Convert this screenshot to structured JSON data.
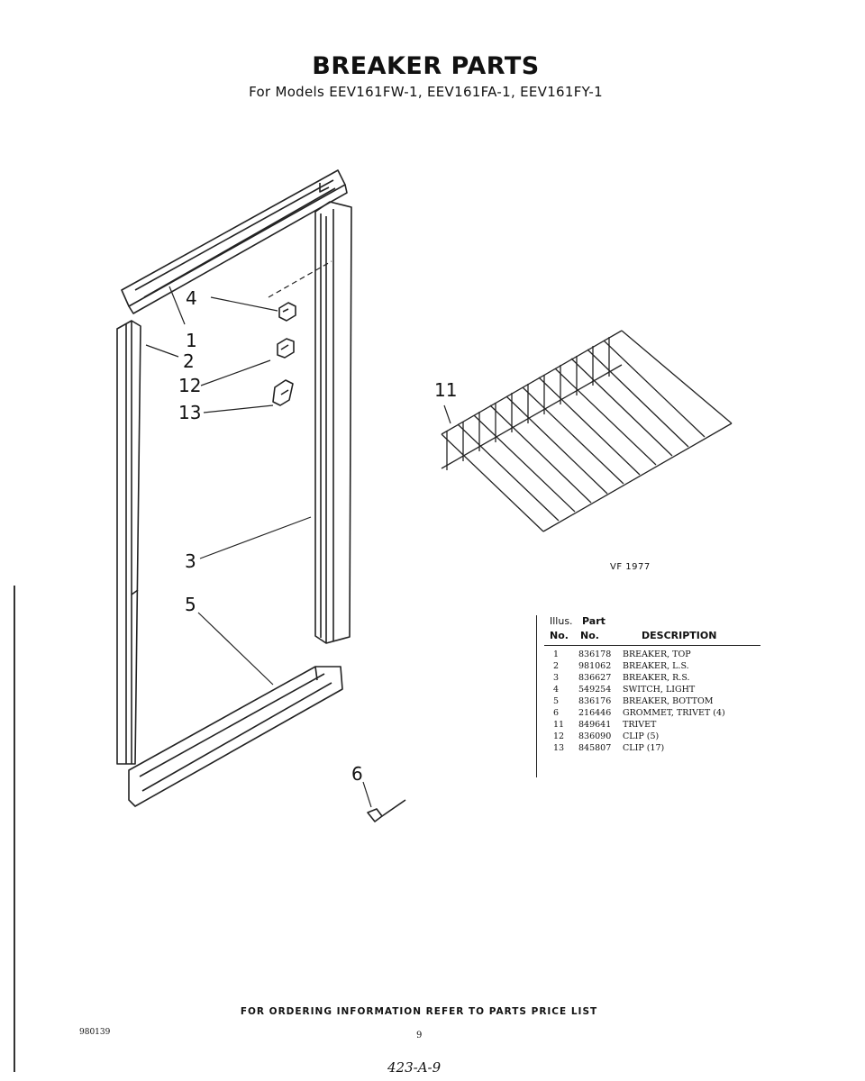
{
  "header": {
    "title": "BREAKER PARTS",
    "subtitle": "For Models EEV161FW-1, EEV161FA-1, EEV161FY-1"
  },
  "diagram": {
    "callouts": [
      "4",
      "1",
      "2",
      "12",
      "13",
      "3",
      "5",
      "6",
      "11"
    ],
    "figure_code": "VF 1977"
  },
  "parts_table": {
    "headers": {
      "illus_line1": "Illus.",
      "illus_line2": "No.",
      "part_line1": "Part",
      "part_line2": "No.",
      "description": "DESCRIPTION"
    },
    "rows": [
      {
        "illus": "1",
        "part": "836178",
        "desc": "BREAKER, TOP"
      },
      {
        "illus": "2",
        "part": "981062",
        "desc": "BREAKER, L.S."
      },
      {
        "illus": "3",
        "part": "836627",
        "desc": "BREAKER, R.S."
      },
      {
        "illus": "4",
        "part": "549254",
        "desc": "SWITCH, LIGHT"
      },
      {
        "illus": "5",
        "part": "836176",
        "desc": "BREAKER, BOTTOM"
      },
      {
        "illus": "6",
        "part": "216446",
        "desc": "GROMMET, TRIVET (4)"
      },
      {
        "illus": "11",
        "part": "849641",
        "desc": "TRIVET"
      },
      {
        "illus": "12",
        "part": "836090",
        "desc": "CLIP (5)"
      },
      {
        "illus": "13",
        "part": "845807",
        "desc": "CLIP (17)"
      }
    ]
  },
  "footer": {
    "order_note": "FOR ORDERING INFORMATION REFER TO PARTS PRICE LIST",
    "doc_number": "980139",
    "page_number": "9",
    "handwritten": "423-A-9"
  }
}
